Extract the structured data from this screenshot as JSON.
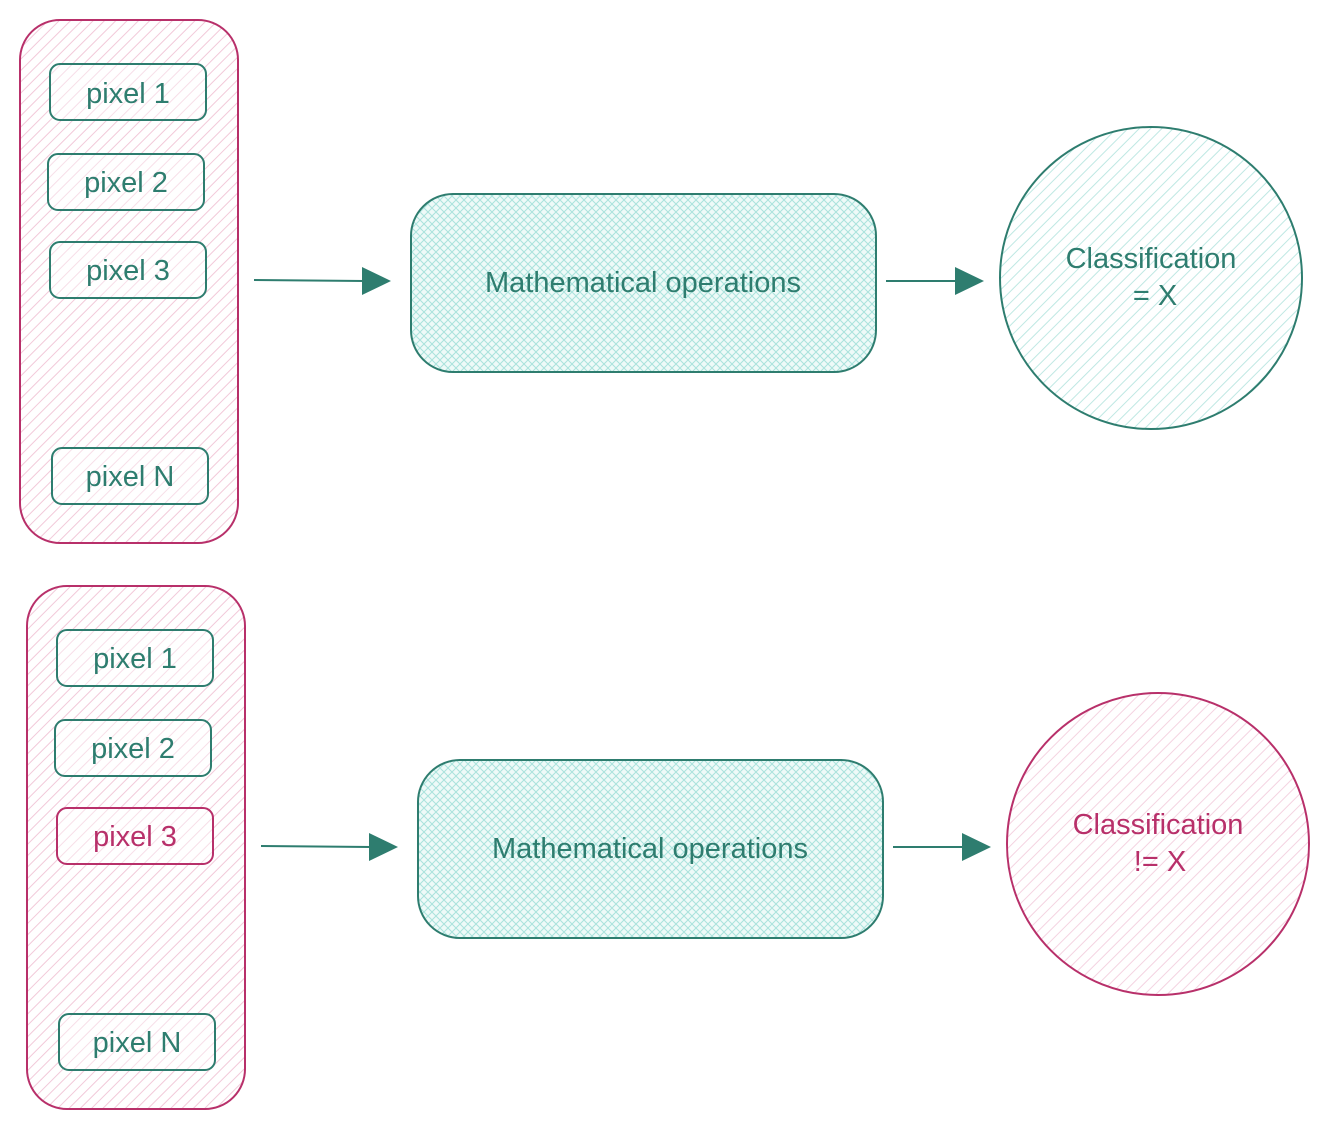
{
  "colors": {
    "teal": "#2e7d6f",
    "teal_fill": "#d6f3f0",
    "magenta": "#b8306a",
    "magenta_fill": "#fbeef3"
  },
  "diagram_top": {
    "pixels": [
      "pixel 1",
      "pixel 2",
      "pixel 3",
      "pixel N"
    ],
    "operations_label": "Mathematical operations",
    "classification_line1": "Classification",
    "classification_line2": "= X"
  },
  "diagram_bottom": {
    "pixels": [
      "pixel 1",
      "pixel 2",
      "pixel 3",
      "pixel N"
    ],
    "operations_label": "Mathematical operations",
    "classification_line1": "Classification",
    "classification_line2": "!= X"
  }
}
